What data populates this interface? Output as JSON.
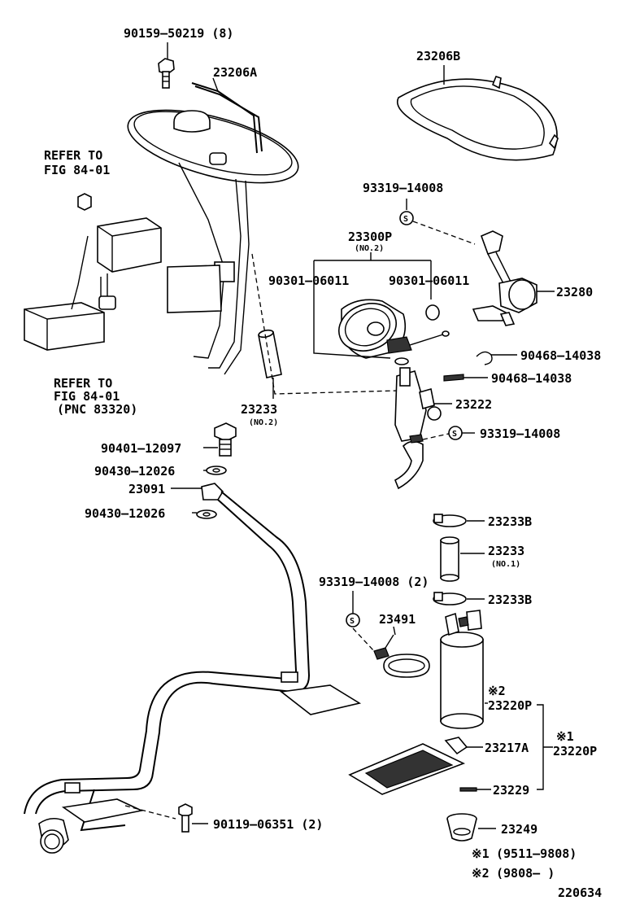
{
  "labels": {
    "bolt_90159": "90159–50219 (8)",
    "gauge_23206a": "23206A",
    "gasket_23206b": "23206B",
    "refer_top_1": "REFER TO",
    "refer_top_2": "FIG 84-01",
    "clip_93319_a": "93319–14008",
    "filter_23300p": "23300P",
    "filter_23300p_sub": "(NO.2)",
    "clamp_90301_a": "90301–06011",
    "clamp_90301_b": "90301–06011",
    "damper_23280": "23280",
    "clip_90468_a": "90468–14038",
    "clip_90468_b": "90468–14038",
    "refer_bot_1": "REFER TO",
    "refer_bot_2": "FIG 84-01",
    "refer_bot_3": "(PNC 83320)",
    "hose_23233_no2": "23233",
    "hose_23233_no2_sub": "(NO.2)",
    "reg_23222": "23222",
    "clip_93319_b": "93319–14008",
    "bolt_90401": "90401–12097",
    "gasket_90430_a": "90430–12026",
    "pipe_23091": "23091",
    "gasket_90430_b": "90430–12026",
    "clamp_23233b_a": "23233B",
    "hose_23233_no1": "23233",
    "hose_23233_no1_sub": "(NO.1)",
    "clip_93319_c": "93319–14008 (2)",
    "clamp_23233b_b": "23233B",
    "bracket_23491": "23491",
    "note_mark2": "※2",
    "pump_23220p": "23220P",
    "note_mark1": "※1",
    "pump_23220p_b": "23220P",
    "strainer_23217a": "23217A",
    "clip_23229": "23229",
    "bolt_90119": "90119–06351 (2)",
    "cushion_23249": "23249",
    "fn1_mark": "※1",
    "fn1_text": "(9511–9808)",
    "fn2_mark": "※2",
    "fn2_text": "(9808–        )",
    "diagram_no": "220634",
    "clip_s_symbol": "S"
  }
}
